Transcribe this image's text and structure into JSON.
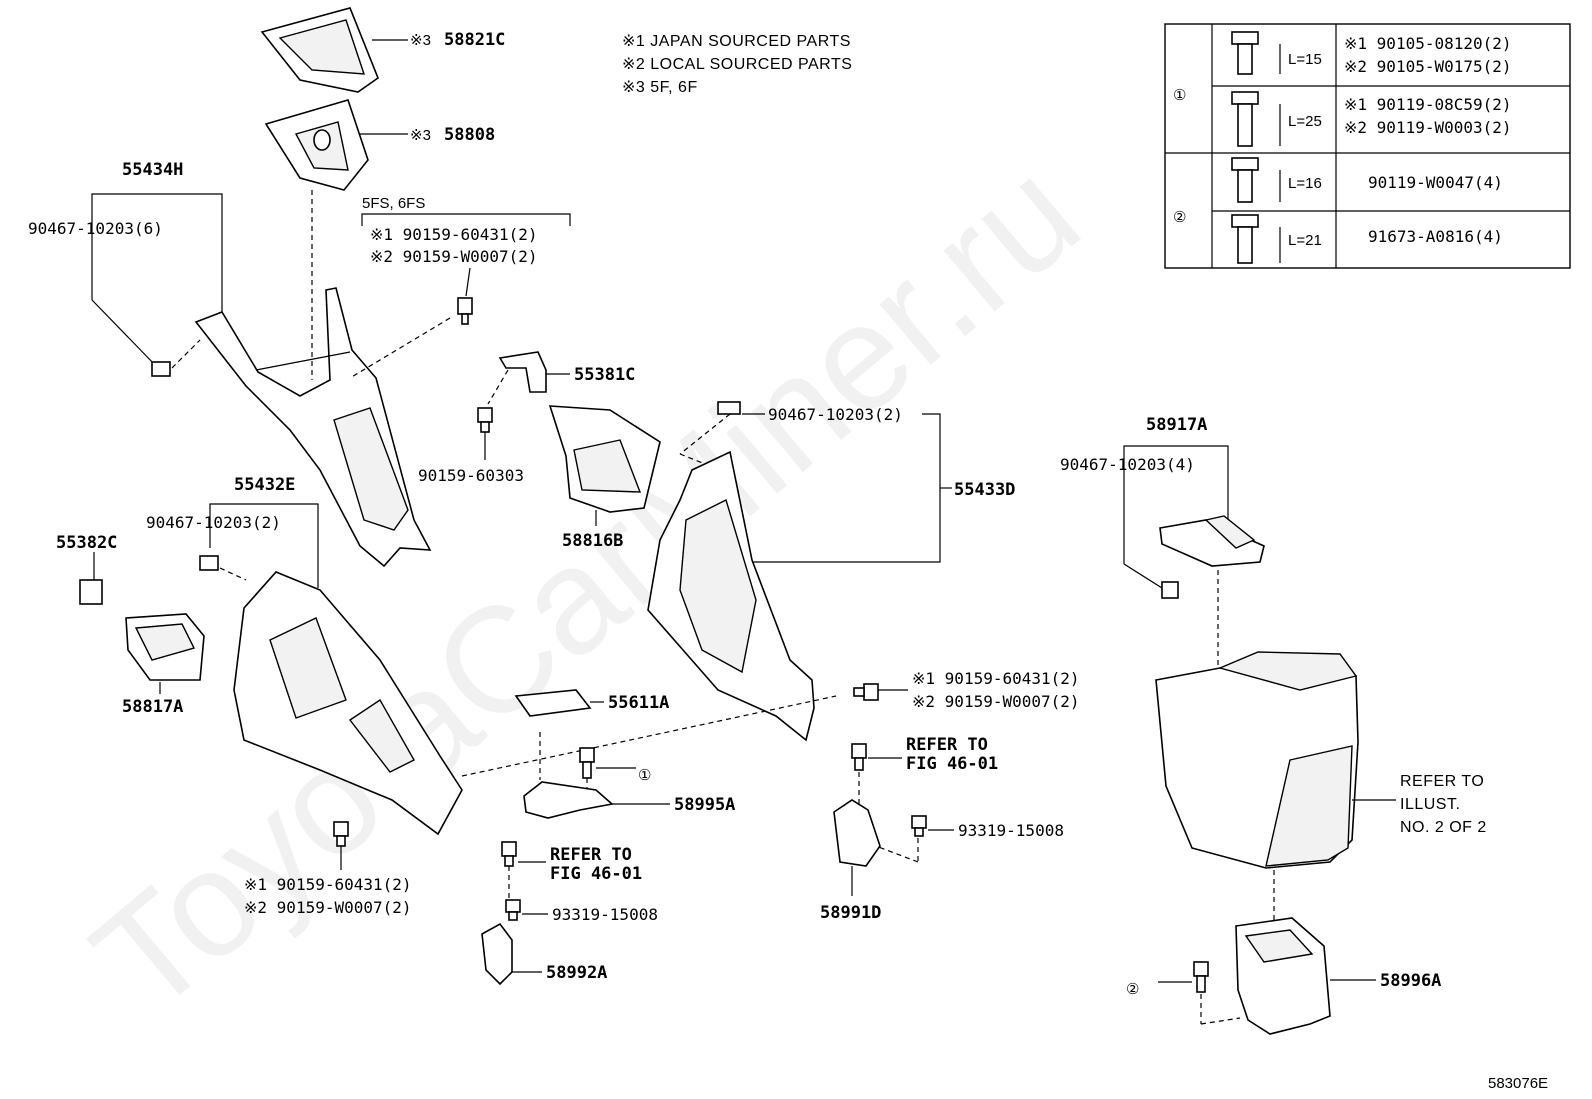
{
  "watermark": "ToyotaCarMiner.ru",
  "figure_id": "583076E",
  "notes": [
    "※1 JAPAN SOURCED PARTS",
    "※2 LOCAL SOURCED PARTS",
    "※3 5F, 6F"
  ],
  "table": {
    "group1_marker": "①",
    "group2_marker": "②",
    "rows": [
      {
        "length": "L=15",
        "parts": [
          "※1 90105-08120(2)",
          "※2 90105-W0175(2)"
        ]
      },
      {
        "length": "L=25",
        "parts": [
          "※1 90119-08C59(2)",
          "※2 90119-W0003(2)"
        ]
      },
      {
        "length": "L=16",
        "parts": [
          "90119-W0047(4)"
        ]
      },
      {
        "length": "L=21",
        "parts": [
          "91673-A0816(4)"
        ]
      }
    ]
  },
  "labels": {
    "p58821C": "58821C",
    "p58821C_mark": "※3",
    "p58808": "58808",
    "p58808_mark": "※3",
    "p55434H": "55434H",
    "clip_6": "90467-10203(6)",
    "fs_note": "5FS, 6FS",
    "bolt_a1": "※1 90159-60431(2)",
    "bolt_a2": "※2 90159-W0007(2)",
    "p55381C": "55381C",
    "p90159_60303": "90159-60303",
    "p58816B": "58816B",
    "clip_2a": "90467-10203(2)",
    "p55433D": "55433D",
    "p58917A": "58917A",
    "clip_4": "90467-10203(4)",
    "p55432E": "55432E",
    "clip_2b": "90467-10203(2)",
    "p55382C": "55382C",
    "p58817A": "58817A",
    "p55611A": "55611A",
    "bolt_b1": "※1 90159-60431(2)",
    "bolt_b2": "※2 90159-W0007(2)",
    "refer_a1": "REFER TO",
    "refer_a2": "FIG 46-01",
    "p58995A": "58995A",
    "marker1": "①",
    "p93319_a": "93319-15008",
    "p58991D": "58991D",
    "refer_b1": "REFER TO",
    "refer_b2": "FIG 46-01",
    "p93319_b": "93319-15008",
    "p58992A": "58992A",
    "bolt_c1": "※1 90159-60431(2)",
    "bolt_c2": "※2 90159-W0007(2)",
    "refer_illust": [
      "REFER TO",
      "ILLUST.",
      "NO. 2 OF 2"
    ],
    "marker2": "②",
    "p58996A": "58996A"
  }
}
